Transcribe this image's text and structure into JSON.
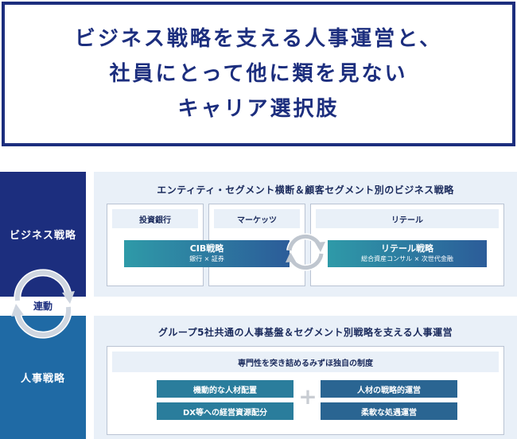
{
  "headline": {
    "line1": "ビジネス戦略を支える人事運営と、",
    "line2": "社員にとって他に類を見ない",
    "line3": "キャリア選択肢"
  },
  "left": {
    "business": "ビジネス戦略",
    "link": "連動",
    "hr": "人事戦略"
  },
  "business_panel": {
    "title": "エンティティ・セグメント横断＆顧客セグメント別のビジネス戦略",
    "segments": [
      "投資銀行",
      "マーケッツ",
      "リテール"
    ],
    "cib": {
      "name": "CIB戦略",
      "sub": "銀行 × 証券"
    },
    "retail": {
      "name": "リテール戦略",
      "sub": "総合資産コンサル × 次世代金融"
    }
  },
  "hr_panel": {
    "title": "グループ5社共通の人事基盤＆セグメント別戦略を支える人事運営",
    "header": "専門性を突き詰めるみずほ独自の制度",
    "left_items": [
      "機動的な人材配置",
      "DX等への経営資源配分"
    ],
    "plus": "+",
    "right_items": [
      "人材の戦略的運営",
      "柔軟な処遇運営"
    ]
  },
  "colors": {
    "navy": "#1c2e7e",
    "blue": "#1f6aa5",
    "panel": "#e9f0f8",
    "teal": "#2a7d9c"
  }
}
